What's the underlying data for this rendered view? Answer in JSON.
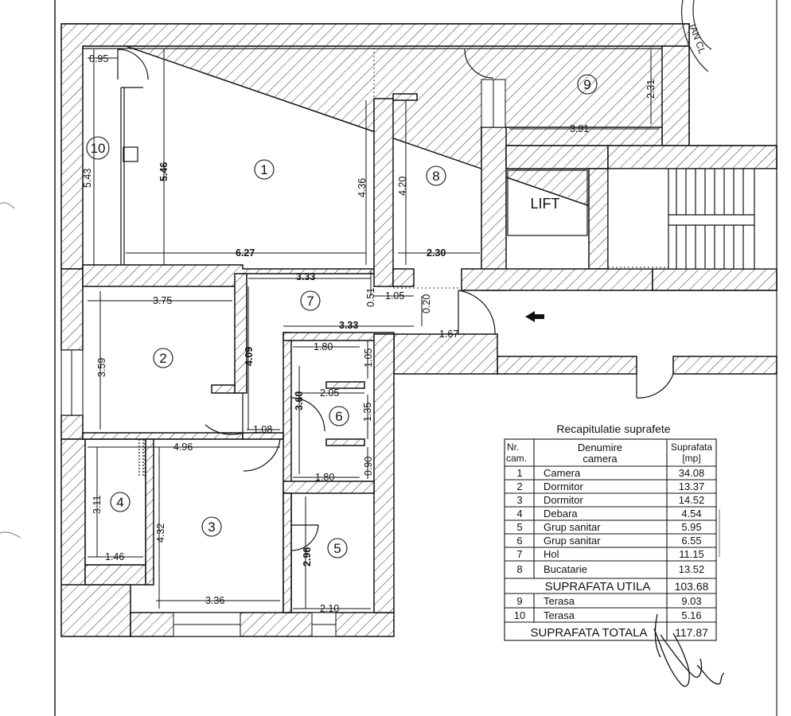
{
  "plan": {
    "lift_label": "LIFT",
    "rooms": [
      {
        "id": "1"
      },
      {
        "id": "2"
      },
      {
        "id": "3"
      },
      {
        "id": "4"
      },
      {
        "id": "5"
      },
      {
        "id": "6"
      },
      {
        "id": "7"
      },
      {
        "id": "8"
      },
      {
        "id": "9"
      },
      {
        "id": "10"
      }
    ],
    "dimensions": {
      "d095": "0.95",
      "d546": "5.46",
      "d543": "5.43",
      "d627": "6.27",
      "d436": "4.36",
      "d420": "4.20",
      "d230": "2.30",
      "d231": "2.31",
      "d391": "3.91",
      "d333a": "3.33",
      "d333b": "3.33",
      "d051": "0.51",
      "d105a": "1.05",
      "d020": "0.20",
      "d167": "1.67",
      "d375": "3.75",
      "d359": "3.59",
      "d409": "4.09",
      "d180a": "1.80",
      "d105b": "1.05",
      "d205": "2.05",
      "d360": "3.60",
      "d135": "1.35",
      "d108": "1.08",
      "d496": "4.96",
      "d090": "0.90",
      "d180b": "1.80",
      "d311": "3.11",
      "d146": "1.46",
      "d432": "4.32",
      "d296": "2.96",
      "d336": "3.36",
      "d210": "2.10"
    }
  },
  "summary": {
    "title": "Recapitulatie suprafete",
    "headers": {
      "nr_line1": "Nr.",
      "nr_line2": "cam.",
      "name_line1": "Denumire",
      "name_line2": "camera",
      "area_line1": "Suprafata",
      "area_line2": "[mp]"
    },
    "rows": [
      {
        "nr": "1",
        "name": "Camera",
        "area": "34.08"
      },
      {
        "nr": "2",
        "name": "Dormitor",
        "area": "13.37"
      },
      {
        "nr": "3",
        "name": "Dormitor",
        "area": "14.52"
      },
      {
        "nr": "4",
        "name": "Debara",
        "area": "4.54"
      },
      {
        "nr": "5",
        "name": "Grup sanitar",
        "area": "5.95"
      },
      {
        "nr": "6",
        "name": "Grup sanitar",
        "area": "6.55"
      },
      {
        "nr": "7",
        "name": "Hol",
        "area": "11.15"
      },
      {
        "nr": "8",
        "name": "Bucatarie",
        "area": "13.52"
      }
    ],
    "useful_label": "SUPRAFATA UTILA",
    "useful_value": "103.68",
    "terrace_rows": [
      {
        "nr": "9",
        "name": "Terasa",
        "area": "9.03"
      },
      {
        "nr": "10",
        "name": "Terasa",
        "area": "5.16"
      }
    ],
    "total_label": "SUPRAFATA TOTALA",
    "total_value": "117.87"
  },
  "stamp": {
    "partial_text": "IAN CL"
  }
}
